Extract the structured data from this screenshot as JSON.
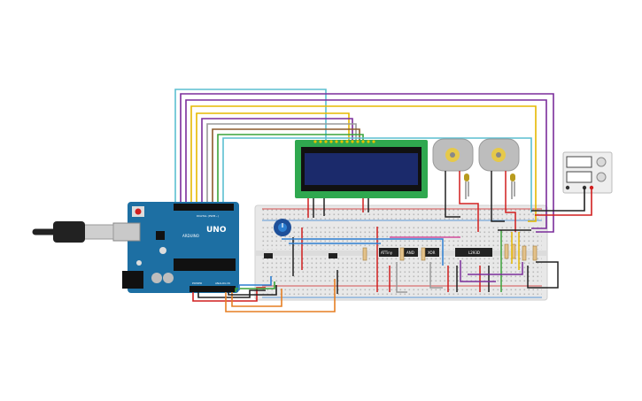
{
  "arduino": {
    "brand": "ARDUINO",
    "model": "UNO",
    "digital_label": "DIGITAL (PWM~)",
    "power_label": "POWER",
    "analog_label": "ANALOG IN"
  },
  "chips": {
    "ic1": "ATTiny",
    "ic2": "AND",
    "ic3": "XOR",
    "ic4": "L293D"
  },
  "colors": {
    "board": "#1d6fa3",
    "breadboard": "#e6e6e6",
    "lcd_bezel": "#2fa84f",
    "lcd_screen": "#1b2a6b",
    "wire_red": "#d11f1f",
    "wire_black": "#222222",
    "wire_blue": "#2d7fd1",
    "wire_green": "#3aa33a",
    "wire_orange": "#e67e22",
    "wire_yellow": "#e6b800",
    "wire_purple": "#7b2d9b",
    "wire_brown": "#8b5a2b",
    "wire_cyan": "#5bbfd1",
    "wire_grey": "#9a9a9a",
    "wire_pink": "#d14c9b"
  },
  "components": {
    "usb_cable": "usb-cable-icon",
    "potentiometer": "potentiometer-icon",
    "motor": "dc-motor-icon",
    "led": "led-icon",
    "power_supply": "power-supply-icon",
    "resistor": "resistor-icon"
  }
}
